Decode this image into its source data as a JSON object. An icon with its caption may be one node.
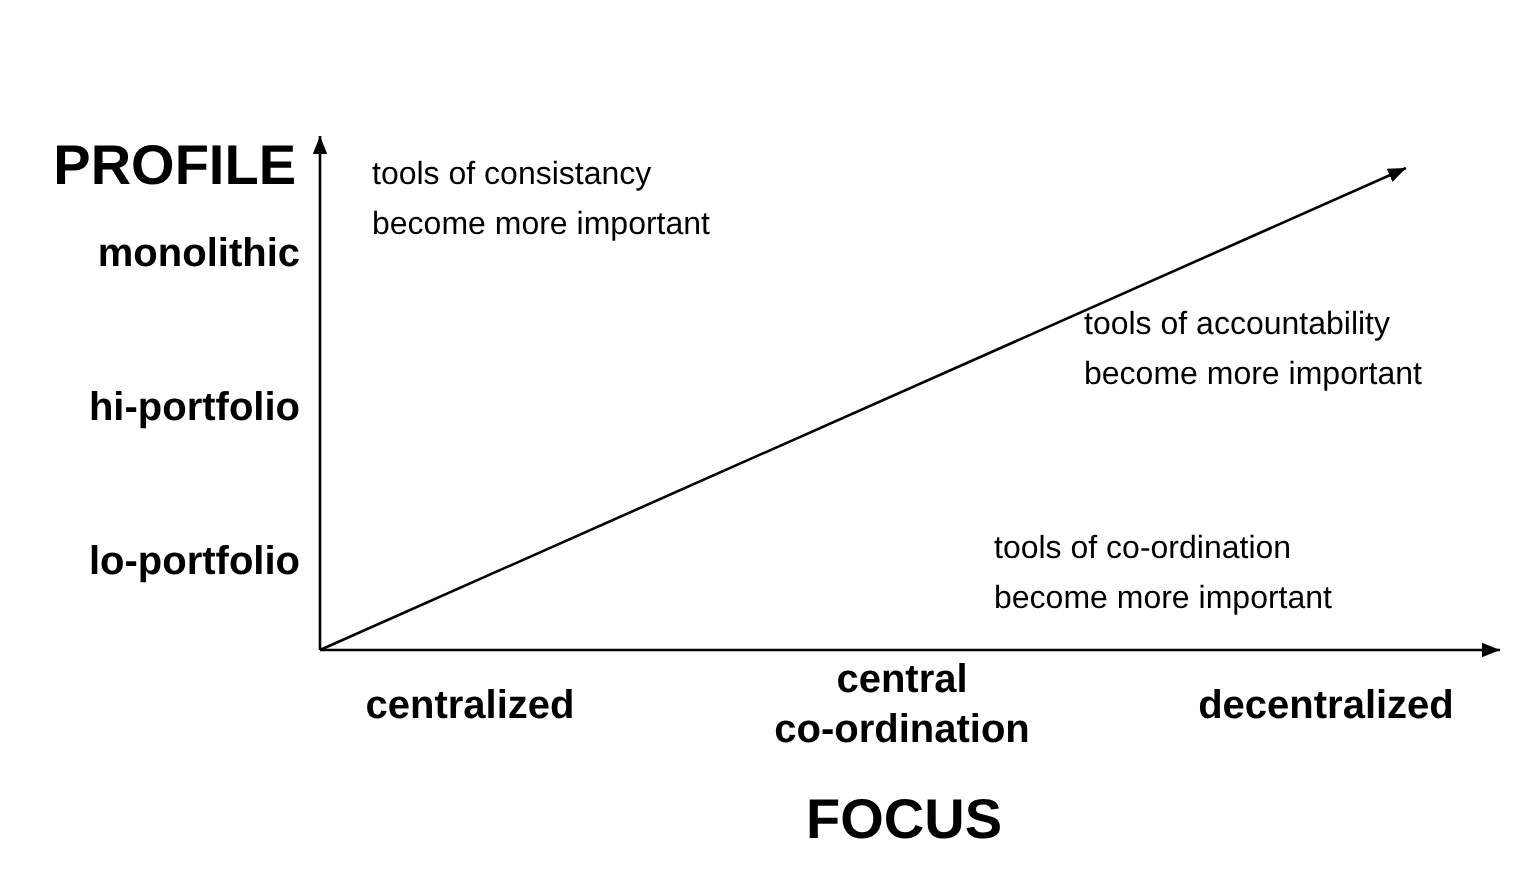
{
  "diagram": {
    "labels": [
      "PROFILE",
      "tools of consistancy become more important",
      "monolithic",
      "tools of accountability become more important",
      "hi-portfolio",
      "tools of co-ordination become more important",
      "lo-portfolio",
      "centralized",
      "central co-ordination",
      "decentralized",
      "FOCUS"
    ]
  }
}
